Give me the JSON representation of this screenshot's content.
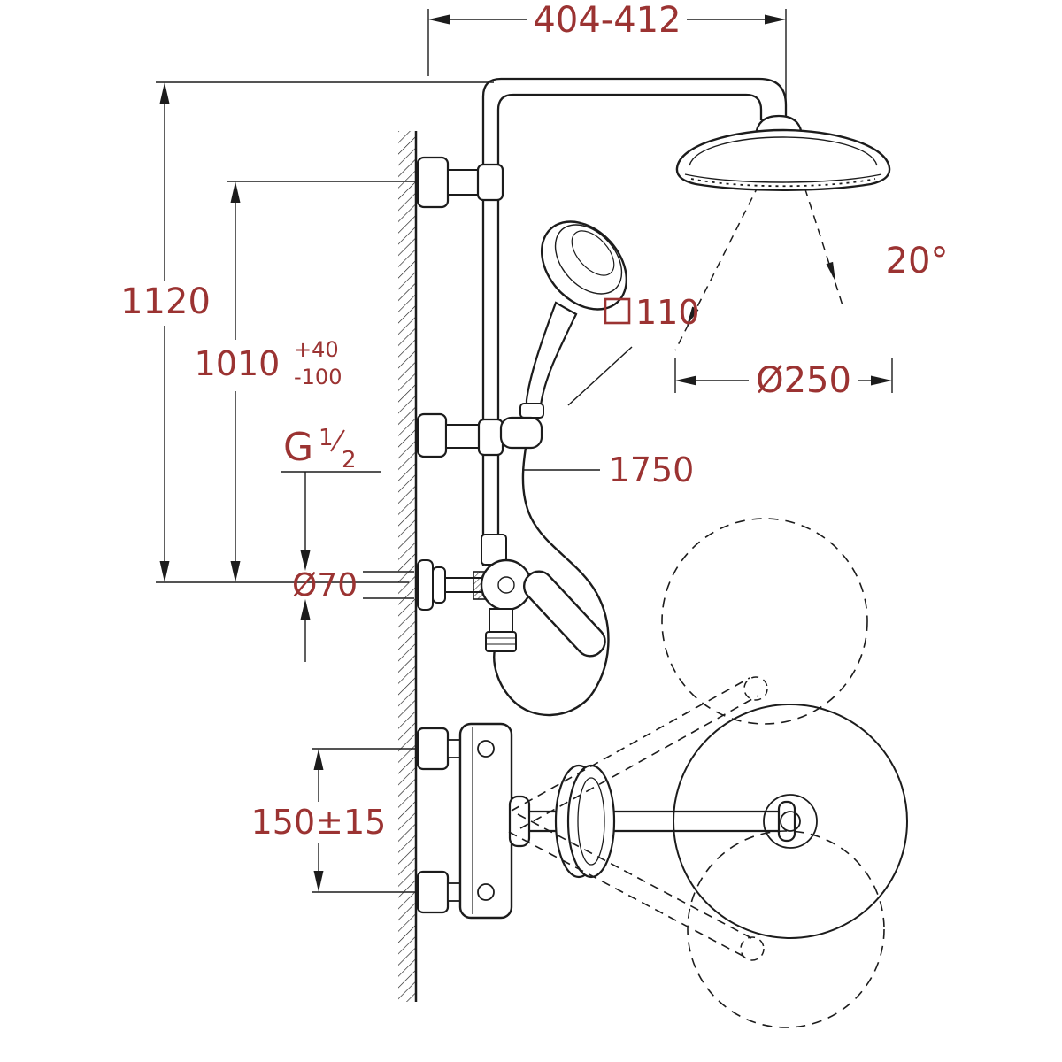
{
  "drawing": {
    "subject": "shower-system-technical-dimension-drawing",
    "colors": {
      "line": "#1c1c1c",
      "dimension_text": "#9b3332",
      "background": "#ffffff"
    },
    "dimensions": {
      "width_range": "404-412",
      "overall_height": "1120",
      "riser_height": "1010",
      "riser_tol_plus": "+40",
      "riser_tol_minus": "-100",
      "head_angle": "20°",
      "handshower_size": "110",
      "headshower_diameter": "Ø250",
      "hose_length": "1750",
      "thread_letter": "G",
      "thread_numerator": "1",
      "thread_denominator": "2",
      "rosette_diameter": "Ø70",
      "connection_spacing": "150±15"
    }
  }
}
